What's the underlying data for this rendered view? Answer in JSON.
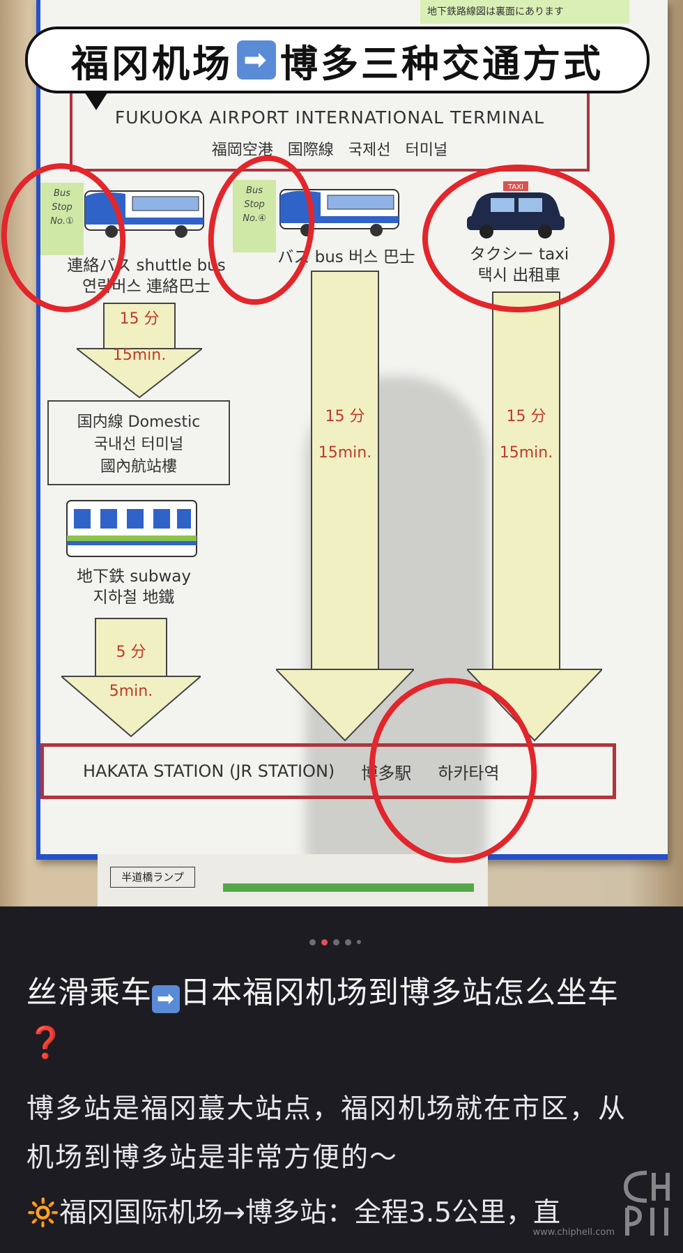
{
  "photo": {
    "title_left": "福冈机场",
    "title_arrow": "➡",
    "title_right": "博多三种交通方式",
    "sticky_note_top": "地下鉄路線図は裏面にあります",
    "terminal_en": "FUKUOKA AIRPORT INTERNATIONAL TERMINAL",
    "terminal_multi": "福岡空港 国際線 국제선 터미널",
    "bus_stop_1": [
      "Bus",
      "Stop",
      "No.①"
    ],
    "bus_stop_2": [
      "Bus",
      "Stop",
      "No.④"
    ],
    "shuttle_label_1": "連絡バス shuttle bus",
    "shuttle_label_2": "연락버스 連絡巴士",
    "bus_label": "バス bus 버스 巴士",
    "taxi_sign": "TAXI",
    "taxi_label_1": "タクシー taxi",
    "taxi_label_2": "택시 出租車",
    "arrow_shuttle_jp": "15 分",
    "arrow_shuttle_en": "15min.",
    "arrow_bus_jp": "15 分",
    "arrow_bus_en": "15min.",
    "arrow_taxi_jp": "15 分",
    "arrow_taxi_en": "15min.",
    "domestic_1": "国内線 Domestic",
    "domestic_2": "국내선 터미널",
    "domestic_3": "國內航站樓",
    "subway_1": "地下鉄 subway",
    "subway_2": "지하철 地鐵",
    "arrow_subway_jp": "5 分",
    "arrow_subway_en": "5min.",
    "hakata_en": "HAKATA STATION (JR STATION)",
    "hakata_jp": "博多駅",
    "hakata_kr": "하카타역",
    "paper_label": "半道橋ランプ"
  },
  "caption": {
    "headline_part1": "丝滑乘车",
    "headline_arrow": "➡",
    "headline_part2": "日本福冈机场到博多站怎么坐车",
    "headline_q": "❓",
    "body_line": "博多站是福冈蕞大站点，福冈机场就在市区，从机场到博多站是非常方便的～",
    "bullet_icon": "🔆",
    "bullet_text": "福冈国际机场→博多站：全程3.5公里，直",
    "watermark_url": "www.chiphell.com"
  },
  "colors": {
    "red_circle": "#e2262b",
    "frame_red": "#b0343b",
    "arrow_fill": "#f1f0c3",
    "sheet_border_blue": "#2550c8",
    "caption_bg": "#1c1c22"
  }
}
